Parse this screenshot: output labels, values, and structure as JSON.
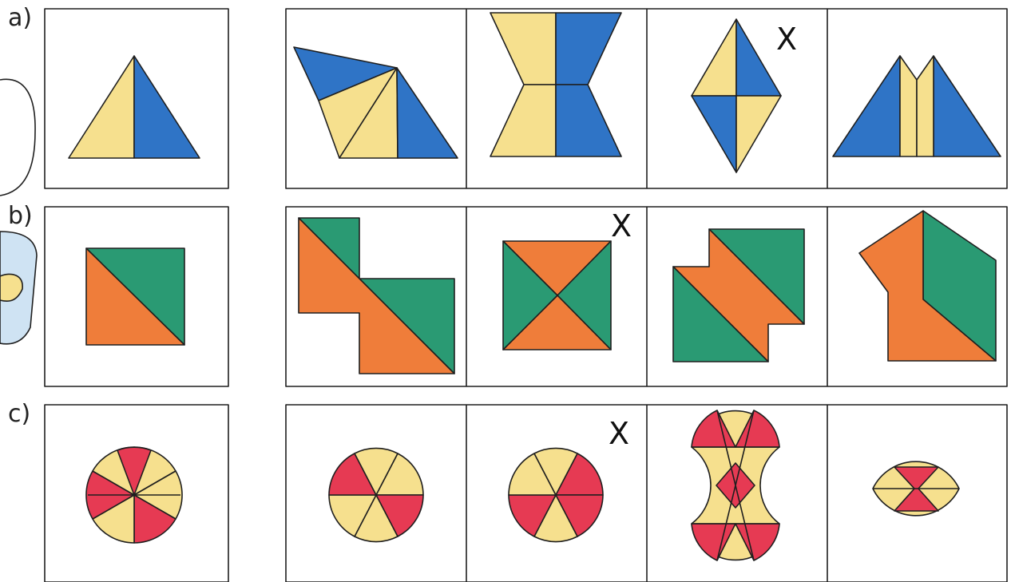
{
  "colors": {
    "yellow": "#f6e08e",
    "blue": "#2f74c6",
    "orange": "#ef7d3a",
    "green": "#2a9a73",
    "red": "#e63a53",
    "stroke": "#1f1f1f"
  },
  "rows": [
    {
      "label": "a)",
      "marks": {
        "option_3": "X"
      }
    },
    {
      "label": "b)",
      "marks": {
        "option_2": "X"
      }
    },
    {
      "label": "c)",
      "marks": {
        "option_2": "X"
      }
    }
  ]
}
